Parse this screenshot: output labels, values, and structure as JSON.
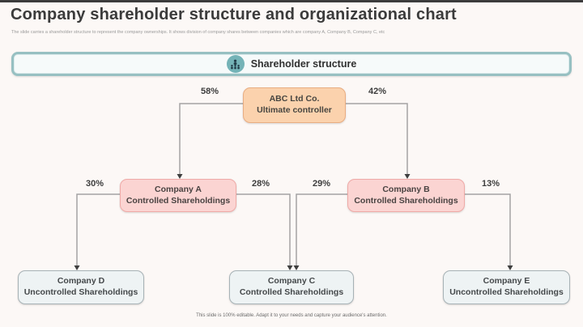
{
  "slide": {
    "title": "Company shareholder structure and organizational chart",
    "subtitle": "The slide carries a shareholder structure to represent the company ownerships. It shows division of company shares between companies which are company A, Company B, Company C, etc",
    "footer": "This slide is 100% editable. Adapt it to your needs and capture your audience's attention."
  },
  "banner": {
    "label": "Shareholder structure",
    "icon": "group-icon",
    "border_color": "#97c0c2",
    "icon_bg": "#74b3b7"
  },
  "org_chart": {
    "nodes": [
      {
        "id": "abc",
        "line1": "ABC Ltd Co.",
        "line2": "Ultimate controller",
        "style": "orange",
        "fill": "#fbd2ad",
        "border": "#e9ad82"
      },
      {
        "id": "company-a",
        "line1": "Company A",
        "line2": "Controlled Shareholdings",
        "style": "pink",
        "fill": "#fbd4d2",
        "border": "#efaaa7"
      },
      {
        "id": "company-b",
        "line1": "Company B",
        "line2": "Controlled Shareholdings",
        "style": "pink",
        "fill": "#fbd4d2",
        "border": "#efaaa7"
      },
      {
        "id": "company-d",
        "line1": "Company D",
        "line2": "Uncontrolled Shareholdings",
        "style": "gray",
        "fill": "#eef3f4",
        "border": "#a7b2b6"
      },
      {
        "id": "company-c",
        "line1": "Company C",
        "line2": "Controlled Shareholdings",
        "style": "gray",
        "fill": "#eef3f4",
        "border": "#a7b2b6"
      },
      {
        "id": "company-e",
        "line1": "Company E",
        "line2": "Uncontrolled Shareholdings",
        "style": "gray",
        "fill": "#eef3f4",
        "border": "#a7b2b6"
      }
    ],
    "edges": [
      {
        "from": "abc",
        "to": "company-a",
        "label": "58%"
      },
      {
        "from": "abc",
        "to": "company-b",
        "label": "42%"
      },
      {
        "from": "company-a",
        "to": "company-d",
        "label": "30%"
      },
      {
        "from": "company-a",
        "to": "company-c",
        "label": "28%"
      },
      {
        "from": "company-b",
        "to": "company-c",
        "label": "29%"
      },
      {
        "from": "company-b",
        "to": "company-e",
        "label": "13%"
      }
    ]
  }
}
